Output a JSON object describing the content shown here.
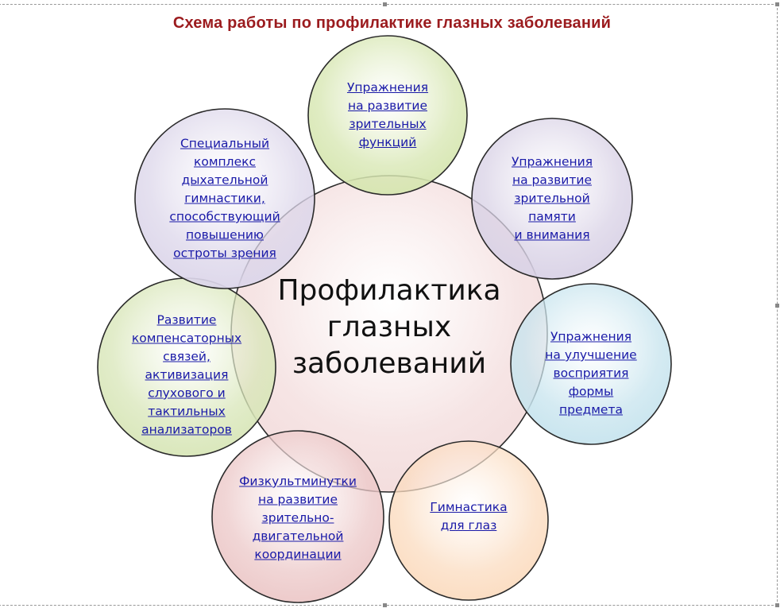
{
  "title": "Схема работы по профилактике глазных заболеваний",
  "center": {
    "text": "Профилактика\nглазных\nзаболеваний",
    "color": "#f3dcdc"
  },
  "nodes": [
    {
      "text": "Упражнения\nна развитие\nзрительных\nфункций",
      "color": "#d6e6b0"
    },
    {
      "text": "Упражнения\nна развитие\nзрительной\nпамяти\nи внимания",
      "color": "#d9d2e6"
    },
    {
      "text": "Упражнения\nна улучшение\nвосприятия\nформы\nпредмета",
      "color": "#c7e4ee"
    },
    {
      "text": "Гимнастика\nдля глаз",
      "color": "#fbdcc0"
    },
    {
      "text": "Физкультминутки\nна развитие\nзрительно-\nдвигательной\nкоординации",
      "color": "#ecc8c8"
    },
    {
      "text": "Развитие\nкомпенсаторных\nсвязей,\nактивизация\nслухового и\nтактильных\nанализаторов",
      "color": "#d8e6b8"
    },
    {
      "text": "Специальный\nкомплекс\nдыхательной\nгимнастики,\nспособствующий\nповышению\nостроты зрения",
      "color": "#dcd6ea"
    }
  ]
}
